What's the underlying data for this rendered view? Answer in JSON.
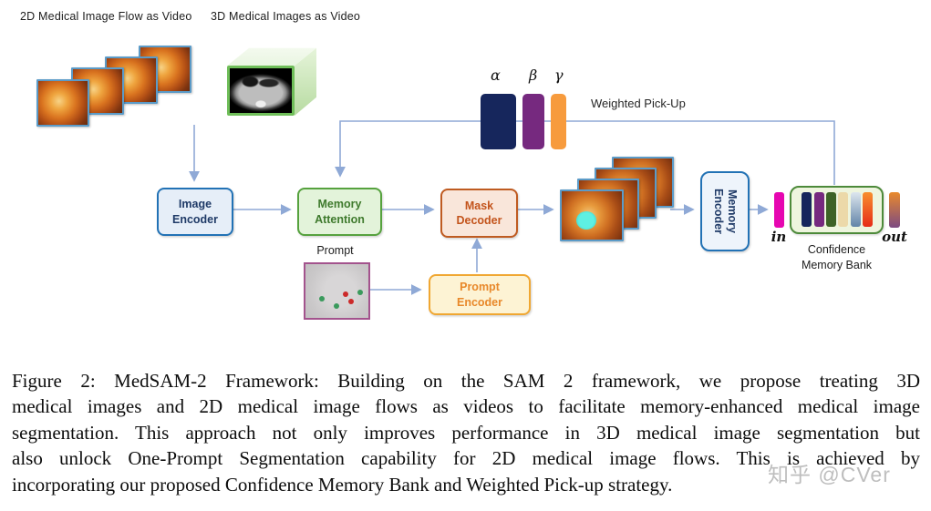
{
  "headers": {
    "flow2d": "2D Medical Image Flow as Video",
    "flow3d": "3D Medical Images as Video"
  },
  "weights": {
    "alpha": "α",
    "beta": "β",
    "gamma": "γ",
    "label": "Weighted Pick-Up"
  },
  "nodes": {
    "image_encoder": "Image\nEncoder",
    "memory_attention": "Memory\nAttention",
    "mask_decoder": "Mask\nDecoder",
    "prompt_encoder": "Prompt\nEncoder",
    "memory_encoder": "Memory\nEncoder"
  },
  "prompt_label": "Prompt",
  "bank": {
    "in": "in",
    "out": "out",
    "caption": "Confidence\nMemory Bank"
  },
  "colors": {
    "arrow": "#8fa9d6",
    "alpha_bar": "#16265c",
    "beta_bar": "#76297f",
    "gamma_bar": "#f79b3d",
    "in_bar": "#e607b1",
    "out_bar_top": "#e98a2d",
    "out_bar_bottom": "#7c4a82",
    "bank_bars": [
      "#16265c",
      "#76297f",
      "#3d6327",
      "#ecd9a9",
      "linear-gradient(#dde6ee,#6284a8)",
      "linear-gradient(#f88f2e,#e62c17)"
    ]
  },
  "caption": {
    "lines": [
      "Figure 2: MedSAM-2 Framework: Building on the SAM 2 framework, we propose treating 3D",
      "medical images and 2D medical image flows as videos to facilitate memory-enhanced medical image",
      "segmentation. This approach not only improves performance in 3D medical image segmentation but",
      "also unlock One-Prompt Segmentation capability for 2D medical image flows. This is achieved by",
      "incorporating our proposed Confidence Memory Bank and Weighted Pick-up strategy."
    ]
  },
  "watermark": "知乎 @CVer"
}
